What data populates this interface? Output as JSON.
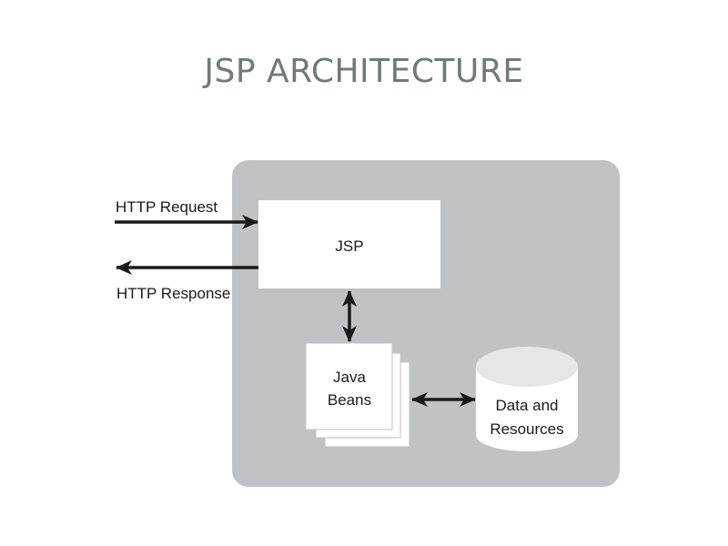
{
  "title": "JSP ARCHITECTURE",
  "diagram": {
    "http_request": "HTTP Request",
    "http_response": "HTTP Response",
    "jsp": "JSP",
    "java_beans": [
      "Java",
      "Beans"
    ],
    "data_resources": [
      "Data and",
      "Resources"
    ]
  },
  "colors": {
    "title": "#6e7b76",
    "panel": "#c1c2c4",
    "box": "#ffffff",
    "arrow": "#1a1a1a",
    "cylinder_top": "#e6e6e6"
  }
}
